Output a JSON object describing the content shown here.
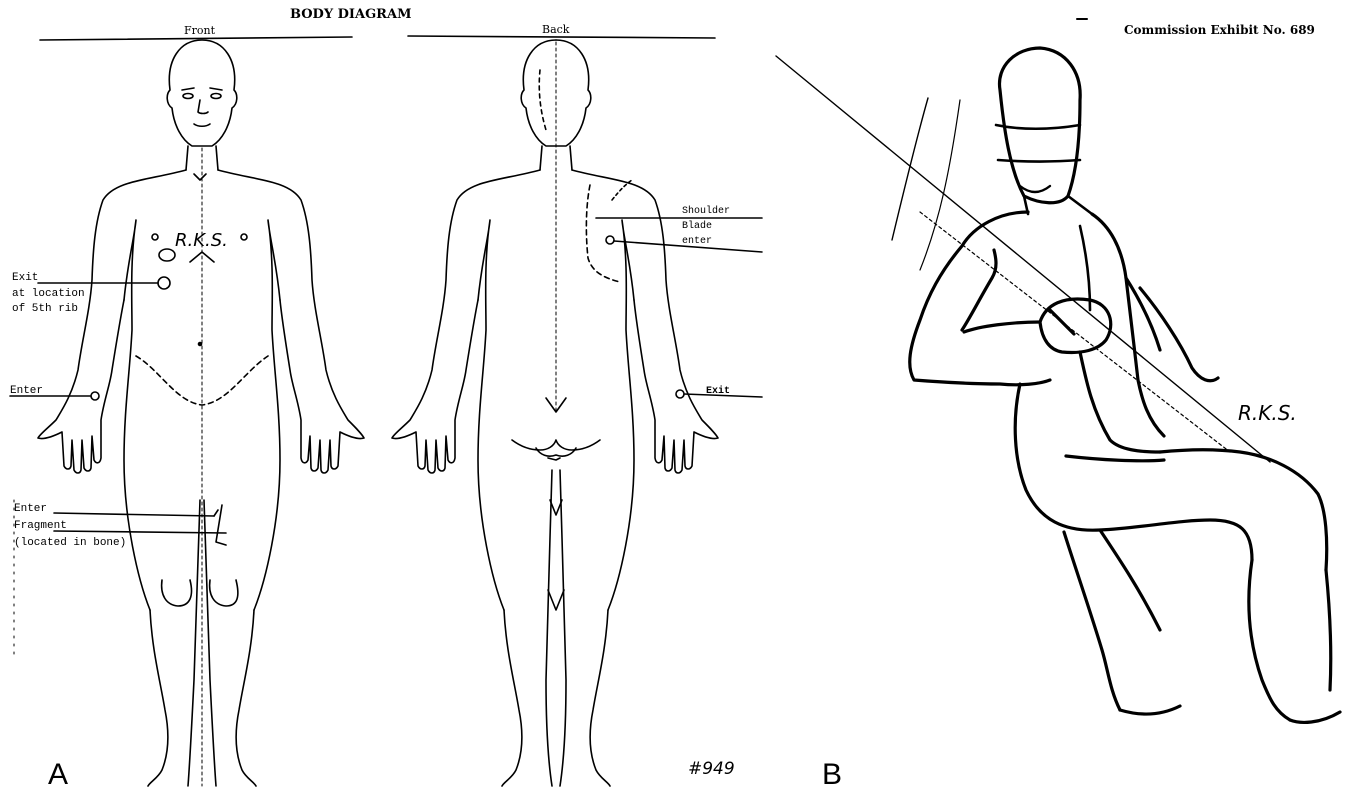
{
  "header": {
    "title": "BODY DIAGRAM",
    "front_label": "Front",
    "back_label": "Back",
    "exhibit": "Commission Exhibit No. 689"
  },
  "front": {
    "initials": "R.K.S.",
    "exit_label": "Exit",
    "exit_detail_1": "at location",
    "exit_detail_2": "of 5th rib",
    "enter_label": "Enter",
    "fragment_1": "Enter",
    "fragment_2": "Fragment",
    "fragment_3": "(located in bone)"
  },
  "back": {
    "shoulder_1": "Shoulder",
    "shoulder_2": "Blade",
    "shoulder_3": "enter",
    "exit_label": "Exit"
  },
  "panel_labels": {
    "a": "A",
    "b": "B"
  },
  "page_number": "#949",
  "seated": {
    "initials": "R.K.S."
  }
}
